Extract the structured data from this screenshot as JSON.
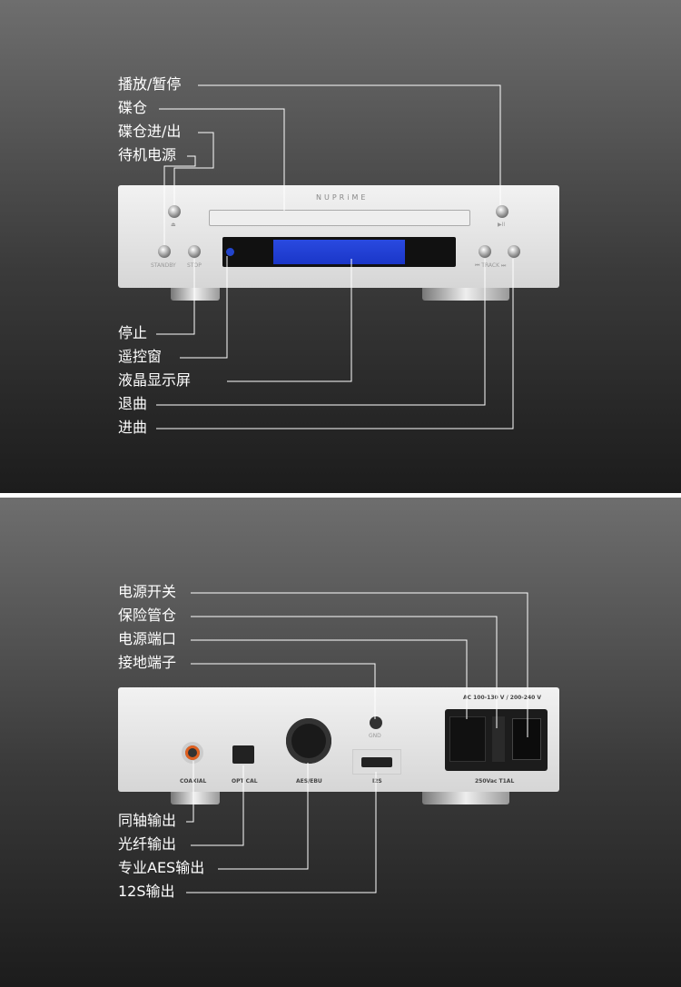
{
  "front": {
    "brand": "NUPRiME",
    "labels": [
      "播放/暂停",
      "碟仓",
      "碟仓进/出",
      "待机电源",
      "停止",
      "遥控窗",
      "液晶显示屏",
      "退曲",
      "进曲"
    ],
    "panel_text": {
      "standby": "STANDBY",
      "stop": "STOP",
      "track": "⏮ TRACK ⏭",
      "play": "▶II",
      "eject": "⏏"
    }
  },
  "rear": {
    "labels": [
      "电源开关",
      "保险管仓",
      "电源端口",
      "接地端子",
      "同轴输出",
      "光纤输出",
      "专业AES输出",
      "12S输出"
    ],
    "panel_text": {
      "coaxial": "COAXIAL",
      "optical": "OPT CAL",
      "aes": "AES/EBU",
      "i2s": "I2S",
      "gnd": "GND",
      "ac": "AC 100-130 V / 200-240 V",
      "fuse": "250Vac  T1AL"
    }
  },
  "colors": {
    "display": "#2244dd",
    "line": "#ffffff"
  }
}
